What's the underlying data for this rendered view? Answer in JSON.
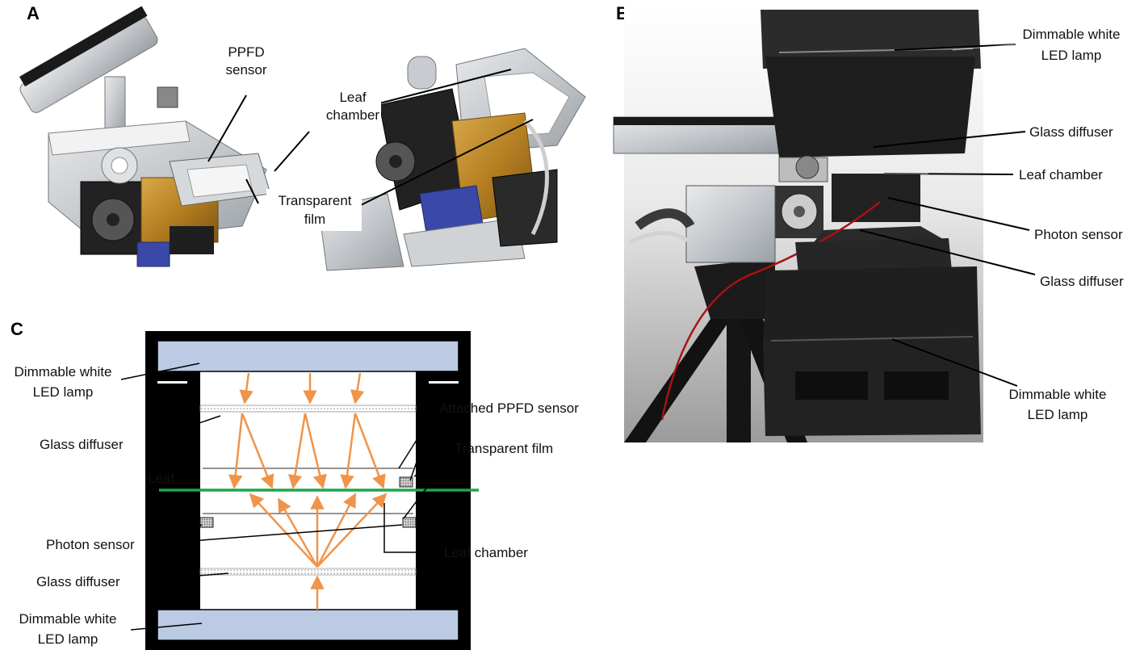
{
  "panels": {
    "a": "A",
    "b": "B",
    "c": "C"
  },
  "panel_a": {
    "ppfd_sensor": [
      "PPFD",
      "sensor"
    ],
    "leaf_chamber": [
      "Leaf",
      "chamber"
    ],
    "transparent_film": [
      "Transparent",
      "film"
    ]
  },
  "panel_b": {
    "lamp_top": [
      "Dimmable white",
      "LED lamp"
    ],
    "glass_diffuser_top": "Glass diffuser",
    "leaf_chamber": "Leaf chamber",
    "photon_sensor": "Photon sensor",
    "glass_diffuser_bottom": "Glass diffuser",
    "lamp_bottom": [
      "Dimmable white",
      "LED lamp"
    ]
  },
  "panel_c": {
    "lamp_top": [
      "Dimmable white",
      "LED lamp"
    ],
    "glass_diffuser_top": "Glass diffuser",
    "attached_ppfd_sensor": "Attached PPFD sensor",
    "transparent_film": "Transparent film",
    "leaf": "Leaf",
    "photon_sensor": "Photon sensor",
    "leaf_chamber": "Leaf chamber",
    "glass_diffuser_bottom": "Glass diffuser",
    "lamp_bottom": [
      "Dimmable white",
      "LED lamp"
    ]
  },
  "colors": {
    "lamp_fill": "#bccbe4",
    "light_arrow": "#f0944a",
    "leaf_line": "#1fa64a",
    "device_body": "#000000",
    "photo_bg_b": "#a9a9a9",
    "housing_black": "#1e1e1e"
  }
}
